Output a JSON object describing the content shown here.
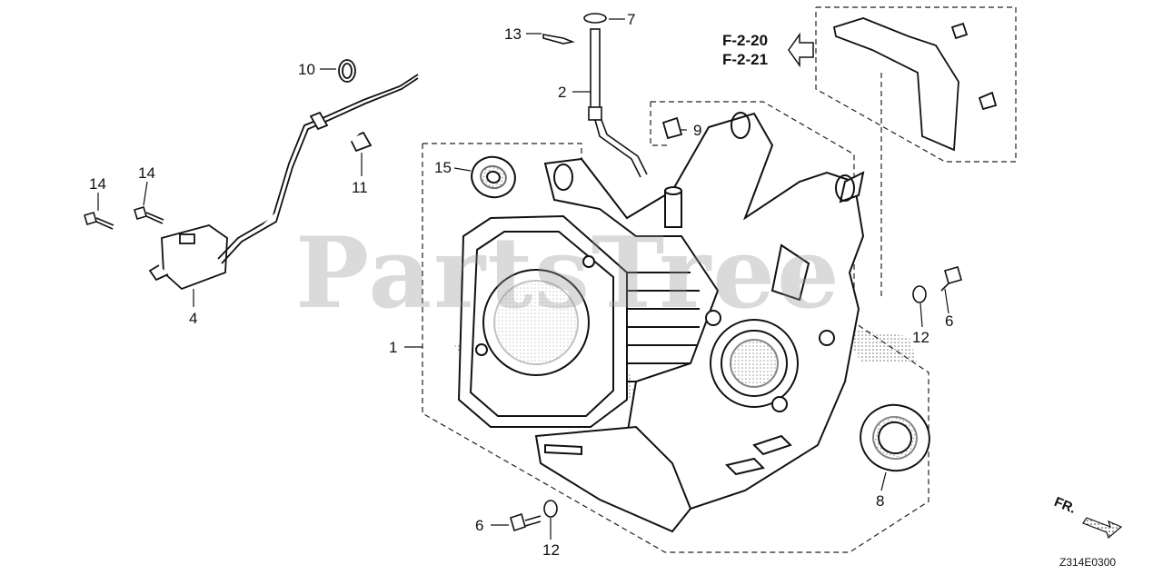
{
  "diagram": {
    "callouts": {
      "c1": "1",
      "c2": "2",
      "c4": "4",
      "c6a": "6",
      "c6b": "6",
      "c7": "7",
      "c8": "8",
      "c9": "9",
      "c10": "10",
      "c11": "11",
      "c12a": "12",
      "c12b": "12",
      "c13": "13",
      "c14a": "14",
      "c14b": "14",
      "c15": "15"
    },
    "refs": [
      "F-2-20",
      "F-2-21"
    ],
    "direction_label": "FR.",
    "drawing_code": "Z314E0300",
    "watermark": "PartsTree"
  }
}
